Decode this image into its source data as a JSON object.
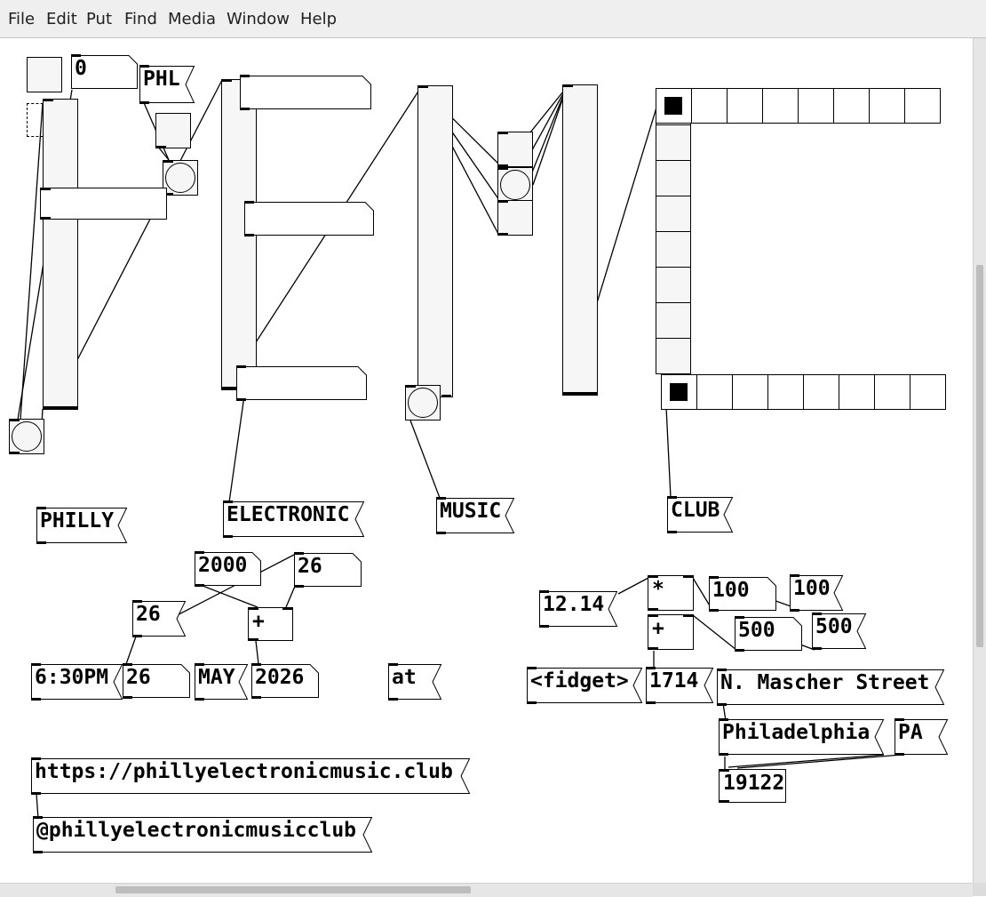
{
  "menu": {
    "file": "File",
    "edit": "Edit",
    "put": "Put",
    "find": "Find",
    "media": "Media",
    "window": "Window",
    "help": "Help"
  },
  "patch": {
    "labels": {
      "zero": "0",
      "phl": "PHL",
      "philly": "PHILLY",
      "electronic": "ELECTRONIC",
      "music": "MUSIC",
      "club": "CLUB"
    },
    "event": {
      "year_offset": "2000",
      "day_a": "26",
      "day_b": "26",
      "plus": "+",
      "time": "6:30PM",
      "day_c": "26",
      "month": "MAY",
      "year": "2026",
      "at": "at"
    },
    "venue": {
      "pi_approx": "12.14",
      "times": "*",
      "plus": "+",
      "hundred_a": "100",
      "hundred_b": "100",
      "five_hundred_a": "500",
      "five_hundred_b": "500",
      "fidget": "<fidget>",
      "number": "1714",
      "street": "N. Mascher Street",
      "city": "Philadelphia",
      "state": "PA",
      "zip": "19122"
    },
    "links": {
      "url": "https://phillyelectronicmusic.club",
      "handle": "@phillyelectronicmusicclub"
    }
  },
  "colors": {
    "ink": "#000000",
    "canvas": "#ffffff",
    "gui_fill": "#f6f6f6",
    "menubar": "#efefef",
    "scrollbar": "#e6e6e6"
  }
}
